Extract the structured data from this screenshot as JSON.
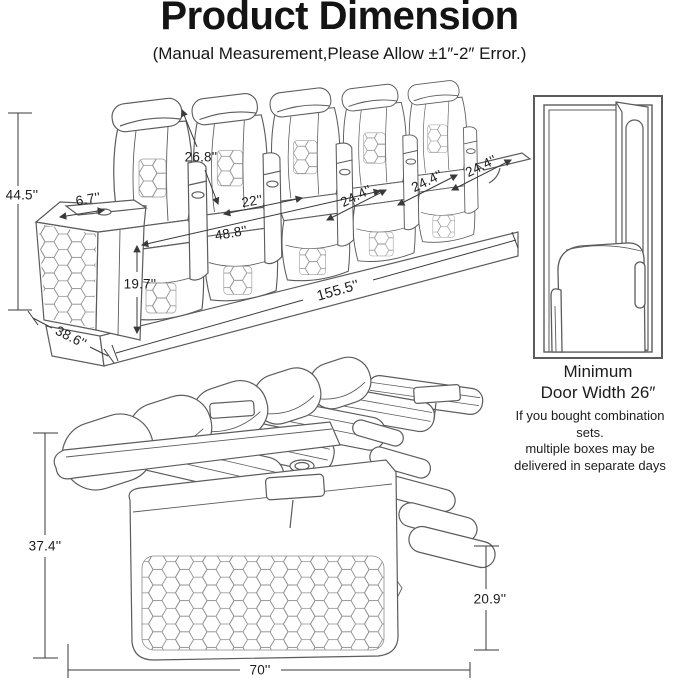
{
  "title": "Product Dimension",
  "subtitle": "(Manual Measurement,Please Allow ±1″-2″ Error.)",
  "colors": {
    "background": "#ffffff",
    "ink": "#141414",
    "line_art": "#5c5c5c",
    "dimension_lines": "#3a3a3a"
  },
  "top_sofa": {
    "description": "five-seat power recliner sofa, front perspective line drawing",
    "dims": {
      "overall_height": "44.5''",
      "backrest_length": "26.8''",
      "armrest_width": "6.7''",
      "seat_width": "22''",
      "double_seat_span": "48.8''",
      "seat_right_1": "24.4''",
      "seat_right_2": "24.4''",
      "seat_right_3": "24.4''",
      "seat_height": "19.7''",
      "overall_width": "155.5''",
      "overall_depth": "38.6''"
    }
  },
  "door": {
    "description": "doorway with recliner passing through",
    "label_line1": "Minimum",
    "label_line2": "Door Width 26″",
    "note_line1": "If you bought combination sets.",
    "note_line2": "multiple boxes may be",
    "note_line3": "delivered in separate days"
  },
  "bottom_sofa": {
    "description": "same sofa fully reclined with footrests extended, rear-left perspective",
    "dims": {
      "reclined_height": "37.4''",
      "footrest_height": "20.9''",
      "single_unit_width": "70''"
    }
  }
}
